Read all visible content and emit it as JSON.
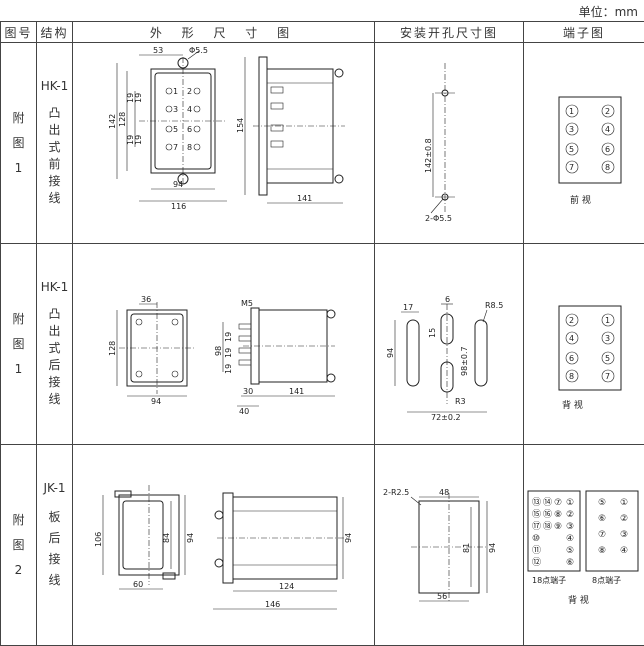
{
  "unit_label": "单位：mm",
  "headers": {
    "fig_no": "图号",
    "structure": "结构",
    "outline": "外 形 尺 寸 图",
    "mounting": "安装开孔尺寸图",
    "terminal": "端子图"
  },
  "rows": [
    {
      "fig": [
        "附",
        "图",
        "1"
      ],
      "code": "HK-1",
      "structure": [
        "凸",
        "出",
        "式",
        "前",
        "接",
        "线"
      ],
      "outline_dims": {
        "d53": "53",
        "phi": "Φ5.5",
        "d142": "142",
        "d128": "128",
        "d19a": "19",
        "d19b": "19",
        "d19c": "19",
        "d19d": "19",
        "d94": "94",
        "d116": "116",
        "d154": "154",
        "d141": "141"
      },
      "outline_nums": [
        "1",
        "2",
        "3",
        "4",
        "5",
        "6",
        "7",
        "8"
      ],
      "mount_dims": {
        "d142": "142±0.8",
        "holes": "2-Φ5.5"
      },
      "terminals": [
        "1",
        "2",
        "3",
        "4",
        "5",
        "6",
        "7",
        "8"
      ],
      "view": "前 视"
    },
    {
      "fig": [
        "附",
        "图",
        "1"
      ],
      "code": "HK-1",
      "structure": [
        "凸",
        "出",
        "式",
        "后",
        "接",
        "线"
      ],
      "outline_dims": {
        "d36": "36",
        "d128": "128",
        "d94": "94",
        "m5": "M5",
        "d98": "98",
        "d19a": "19",
        "d19b": "19",
        "d19c": "19",
        "d30": "30",
        "d40": "40",
        "d141": "141"
      },
      "mount_dims": {
        "d17": "17",
        "d6": "6",
        "r85": "R8.5",
        "d15": "15",
        "d94": "94",
        "d98": "98±0.7",
        "r3": "R3",
        "d72": "72±0.2"
      },
      "terminals": [
        "2",
        "1",
        "4",
        "3",
        "6",
        "5",
        "8",
        "7"
      ],
      "view": "背 视"
    },
    {
      "fig": [
        "附",
        "图",
        "2"
      ],
      "code": "JK-1",
      "structure": [
        "板",
        "后",
        "接",
        "线"
      ],
      "outline_dims": {
        "d106": "106",
        "d84": "84",
        "d94": "94",
        "d60": "60",
        "d124": "124",
        "d146": "146"
      },
      "mount_dims": {
        "r25": "2-R2.5",
        "d48": "48",
        "d81": "81",
        "d94": "94",
        "d56": "56"
      },
      "term18": [
        [
          "⑬",
          "⑭",
          "⑦",
          "①"
        ],
        [
          "⑮",
          "⑯",
          "⑧",
          "②"
        ],
        [
          "⑰",
          "⑱",
          "⑨",
          "③"
        ],
        [
          "⑩",
          "④"
        ],
        [
          "⑪",
          "⑤"
        ],
        [
          "⑫",
          "⑥"
        ]
      ],
      "term8": [
        [
          "⑤",
          "①"
        ],
        [
          "⑥",
          "②"
        ],
        [
          "⑦",
          "③"
        ],
        [
          "⑧",
          "④"
        ]
      ],
      "label18": "18点端子",
      "label8": "8点端子",
      "view": "背 视"
    }
  ]
}
